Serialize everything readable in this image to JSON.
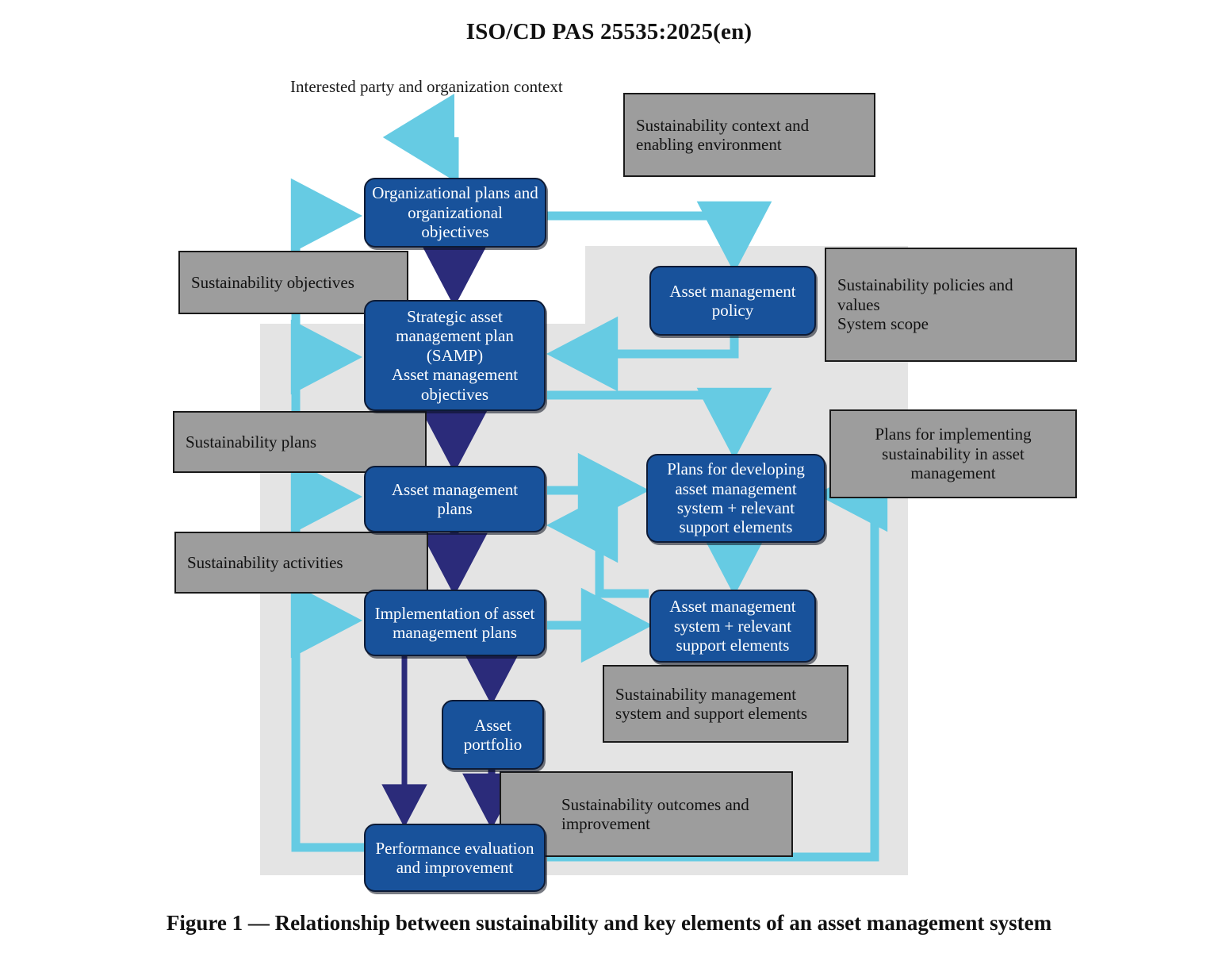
{
  "document": {
    "header_title": "ISO/CD PAS 25535:2025(en)",
    "figure_caption": "Figure 1 — Relationship between sustainability and key elements of an asset management system"
  },
  "diagram": {
    "context_label": "Interested party and organization context",
    "colors": {
      "node_blue": "#18529b",
      "node_blue_border": "#0d1b36",
      "gray_box": "#9d9d9d",
      "gray_box_border": "#1a1a1a",
      "band_background": "#e4e4e4",
      "light_arrow": "#66cbe3",
      "dark_arrow": "#2b2b7a",
      "text_on_blue": "#ffffff",
      "text_on_gray": "#121212"
    },
    "am_nodes": [
      {
        "id": "organizational-plans",
        "label": "Organizational plans and organizational objectives"
      },
      {
        "id": "samp",
        "label": "Strategic asset management plan (SAMP)\nAsset management objectives"
      },
      {
        "id": "asset-management-plans",
        "label": "Asset management plans"
      },
      {
        "id": "implementation",
        "label": "Implementation of asset management plans"
      },
      {
        "id": "asset-portfolio",
        "label": "Asset portfolio"
      },
      {
        "id": "performance-evaluation",
        "label": "Performance evaluation and improvement"
      },
      {
        "id": "asset-management-policy",
        "label": "Asset management policy"
      },
      {
        "id": "plans-for-developing",
        "label": "Plans for developing asset management system + relevant support elements"
      },
      {
        "id": "am-system",
        "label": "Asset management system + relevant support elements"
      }
    ],
    "sustainability_nodes": [
      {
        "id": "sustainability-context",
        "label": "Sustainability context and enabling environment"
      },
      {
        "id": "sustainability-objectives",
        "label": "Sustainability objectives"
      },
      {
        "id": "sustainability-policies",
        "label": "Sustainability policies and values\nSystem scope"
      },
      {
        "id": "sustainability-plans",
        "label": "Sustainability plans"
      },
      {
        "id": "plans-for-implementing",
        "label": "Plans for implementing sustainability in asset management"
      },
      {
        "id": "sustainability-activities",
        "label": "Sustainability activities"
      },
      {
        "id": "sustainability-management-system",
        "label": "Sustainability management system and support elements"
      },
      {
        "id": "sustainability-outcomes",
        "label": "Sustainability outcomes and improvement"
      }
    ],
    "node_text": {
      "organizational_plans_l1": "Organizational plans and",
      "organizational_plans_l2": "organizational",
      "organizational_plans_l3": "objectives",
      "samp_l1": "Strategic asset",
      "samp_l2": "management plan",
      "samp_l3": "(SAMP)",
      "samp_l4": "Asset management",
      "samp_l5": "objectives",
      "am_plans_l1": "Asset management",
      "am_plans_l2": "plans",
      "implementation_l1": "Implementation of asset",
      "implementation_l2": "management plans",
      "asset_portfolio_l1": "Asset",
      "asset_portfolio_l2": "portfolio",
      "performance_l1": "Performance evaluation",
      "performance_l2": "and improvement",
      "policy_l1": "Asset management",
      "policy_l2": "policy",
      "developing_l1": "Plans for developing",
      "developing_l2": "asset management",
      "developing_l3": "system + relevant",
      "developing_l4": "support elements",
      "amsystem_l1": "Asset management",
      "amsystem_l2": "system + relevant",
      "amsystem_l3": "support elements",
      "sus_context_l1": "Sustainability context and",
      "sus_context_l2": "enabling environment",
      "sus_objectives": "Sustainability objectives",
      "sus_policies_l1": "Sustainability policies and",
      "sus_policies_l2": "values",
      "sus_policies_l3": "System scope",
      "sus_plans": "Sustainability plans",
      "sus_implementing_l1": "Plans for implementing",
      "sus_implementing_l2": "sustainability in asset",
      "sus_implementing_l3": "management",
      "sus_activities": "Sustainability activities",
      "sus_mgmt_l1": "Sustainability management",
      "sus_mgmt_l2": "system and support elements",
      "sus_outcomes_l1": "Sustainability outcomes and",
      "sus_outcomes_l2": "improvement"
    }
  }
}
